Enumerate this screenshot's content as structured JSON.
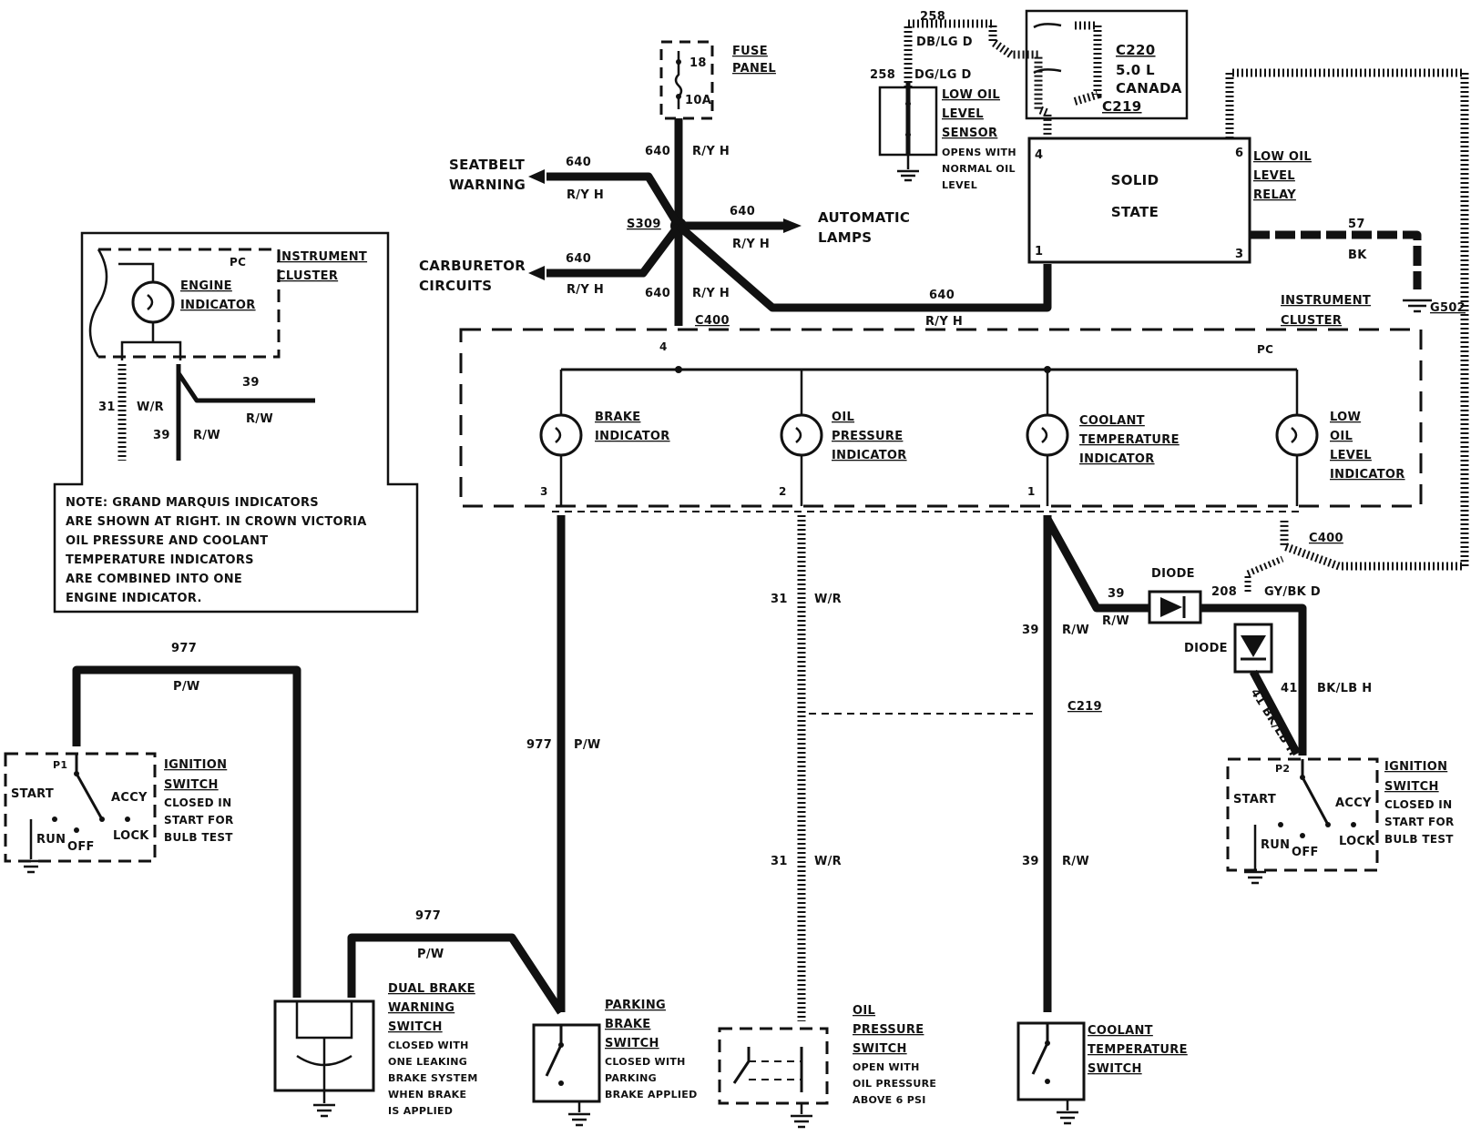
{
  "fuse_panel": {
    "title": "FUSE PANEL",
    "fuse_no": "18",
    "fuse_rating": "10A"
  },
  "splice": "S309",
  "branches": {
    "seatbelt": {
      "label": "SEATBELT WARNING",
      "circuit": "640",
      "color": "R/Y H"
    },
    "auto_lamps": {
      "label": "AUTOMATIC LAMPS",
      "circuit": "640",
      "color": "R/Y H"
    },
    "carburetor": {
      "label": "CARBURETOR CIRCUITS",
      "circuit": "640",
      "color": "R/Y H"
    },
    "fuse_feed": {
      "circuit": "640",
      "color": "R/Y H"
    },
    "cluster_feed": {
      "circuit": "640",
      "color": "R/Y H"
    },
    "relay_feed": {
      "circuit": "640",
      "color": "R/Y H"
    }
  },
  "connectors": {
    "c400": "C400",
    "c219": "C219",
    "c220": "C220",
    "engine": "5.0 L",
    "region": "CANADA"
  },
  "low_oil_sensor": {
    "title": "LOW OIL LEVEL SENSOR",
    "note": "OPENS WITH NORMAL OIL LEVEL",
    "w1_circuit": "258",
    "w1_color": "DB/LG D",
    "w2_circuit": "258",
    "w2_color": "DG/LG D"
  },
  "relay": {
    "title": "LOW OIL LEVEL RELAY",
    "line1": "SOLID",
    "line2": "STATE",
    "pins": [
      "4",
      "6",
      "1",
      "3"
    ],
    "ground_circuit": "57",
    "ground_color": "BK",
    "ground": "G502"
  },
  "main_cluster": {
    "title": "INSTRUMENT CLUSTER",
    "pc": "PC",
    "feed_pin": "4",
    "indicators": [
      {
        "name": "BRAKE INDICATOR",
        "pin": "3"
      },
      {
        "name": "OIL PRESSURE INDICATOR",
        "pin": "2"
      },
      {
        "name": "COOLANT TEMPERATURE INDICATOR",
        "pin": "1"
      },
      {
        "name": "LOW OIL LEVEL INDICATOR",
        "pin": ""
      }
    ]
  },
  "inset": {
    "title": "INSTRUMENT CLUSTER",
    "pc": "PC",
    "indicator": "ENGINE INDICATOR",
    "w1_circuit": "31",
    "w1_color": "W/R",
    "w2_circuit": "39",
    "w2_color": "R/W",
    "w3_circuit": "39",
    "w3_color": "R/W",
    "note": [
      "NOTE: GRAND MARQUIS INDICATORS",
      "ARE SHOWN AT RIGHT. IN CROWN VICTORIA",
      "OIL PRESSURE AND COOLANT",
      "TEMPERATURE INDICATORS",
      "ARE COMBINED INTO ONE",
      "ENGINE INDICATOR."
    ]
  },
  "wires": {
    "w977_top": {
      "circuit": "977",
      "color": "P/W"
    },
    "w977_mid": {
      "circuit": "977",
      "color": "P/W"
    },
    "w977_low": {
      "circuit": "977",
      "color": "P/W"
    },
    "w31_a": {
      "circuit": "31",
      "color": "W/R"
    },
    "w31_b": {
      "circuit": "31",
      "color": "W/R"
    },
    "w39_a": {
      "circuit": "39",
      "color": "R/W"
    },
    "w39_b": {
      "circuit": "39",
      "color": "R/W"
    },
    "w39_diode": {
      "circuit": "39",
      "color": "R/W"
    },
    "w208": {
      "circuit": "208",
      "color": "GY/BK D"
    },
    "w41_a": {
      "circuit": "41",
      "color": "BK/LB H"
    },
    "w41_b": {
      "circuit": "41 BK/LB H"
    }
  },
  "diodes": {
    "d1": "DIODE",
    "d2": "DIODE"
  },
  "ignition_left": {
    "pin": "P1",
    "start": "START",
    "accy": "ACCY",
    "run": "RUN",
    "off": "OFF",
    "lock": "LOCK",
    "title": "IGNITION SWITCH",
    "note": [
      "CLOSED IN",
      "START FOR",
      "BULB TEST"
    ]
  },
  "ignition_right": {
    "pin": "P2",
    "start": "START",
    "accy": "ACCY",
    "run": "RUN",
    "off": "OFF",
    "lock": "LOCK",
    "title": "IGNITION SWITCH",
    "note": [
      "CLOSED IN",
      "START FOR",
      "BULB TEST"
    ]
  },
  "switches": {
    "dual_brake": {
      "title": [
        "DUAL BRAKE",
        "WARNING",
        "SWITCH"
      ],
      "note": [
        "CLOSED WITH",
        "ONE LEAKING",
        "BRAKE SYSTEM",
        "WHEN BRAKE",
        "IS APPLIED"
      ]
    },
    "parking_brake": {
      "title": [
        "PARKING",
        "BRAKE",
        "SWITCH"
      ],
      "note": [
        "CLOSED WITH",
        "PARKING",
        "BRAKE APPLIED"
      ]
    },
    "oil_pressure": {
      "title": [
        "OIL",
        "PRESSURE",
        "SWITCH"
      ],
      "note": [
        "OPEN WITH",
        "OIL PRESSURE",
        "ABOVE 6 PSI"
      ]
    },
    "coolant": {
      "title": [
        "COOLANT",
        "TEMPERATURE",
        "SWITCH"
      ],
      "note": []
    }
  }
}
